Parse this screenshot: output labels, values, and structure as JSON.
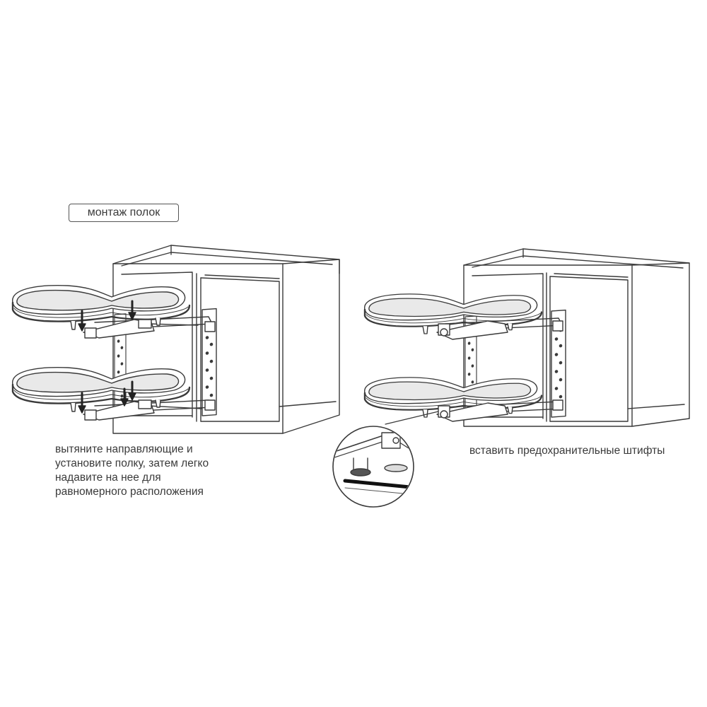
{
  "title": "монтаж полок",
  "step1": {
    "lines": [
      "вытяните направляющие и",
      "установите полку, затем  легко",
      "надавите на нее для",
      "равномерного расположения"
    ]
  },
  "step2": {
    "text": "вставить предохранительные штифты"
  }
}
